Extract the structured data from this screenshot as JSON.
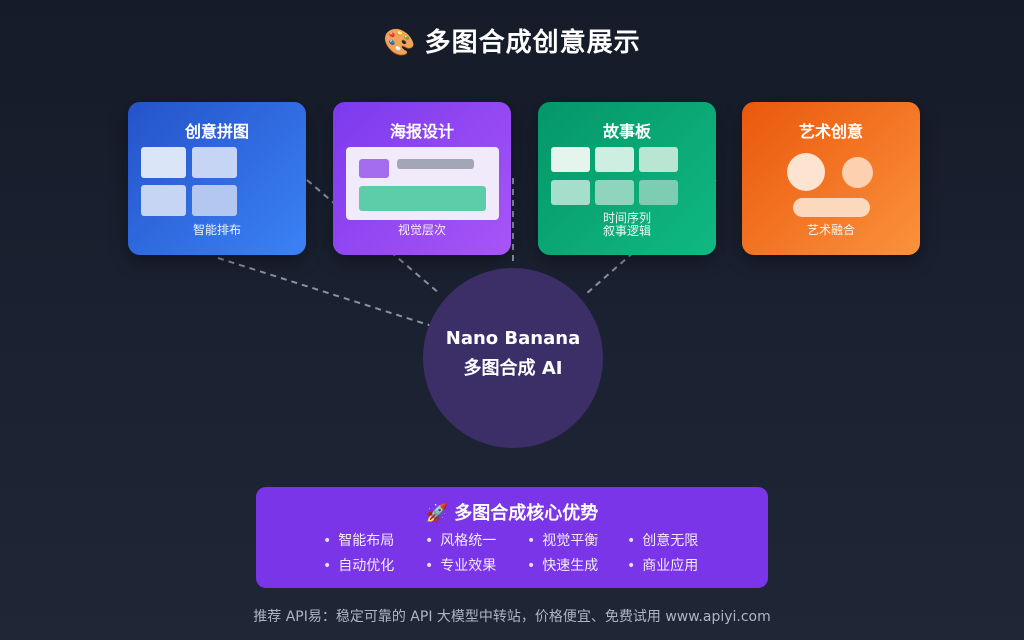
{
  "title": {
    "emoji": "🎨",
    "text": "多图合成创意展示"
  },
  "cards": [
    {
      "title": "创意拼图",
      "caption": "智能排布"
    },
    {
      "title": "海报设计",
      "caption": "视觉层次"
    },
    {
      "title": "故事板",
      "caption_line1": "时间序列",
      "caption_line2": "叙事逻辑"
    },
    {
      "title": "艺术创意",
      "caption": "艺术融合"
    }
  ],
  "hub": {
    "line1": "Nano Banana",
    "line2": "多图合成 AI"
  },
  "panel": {
    "emoji": "🚀",
    "title": "多图合成核心优势",
    "features": [
      "智能布局",
      "风格统一",
      "视觉平衡",
      "创意无限",
      "自动优化",
      "专业效果",
      "快速生成",
      "商业应用"
    ]
  },
  "footer": "推荐 API易：稳定可靠的 API 大模型中转站，价格便宜、免费试用 www.apiyi.com"
}
